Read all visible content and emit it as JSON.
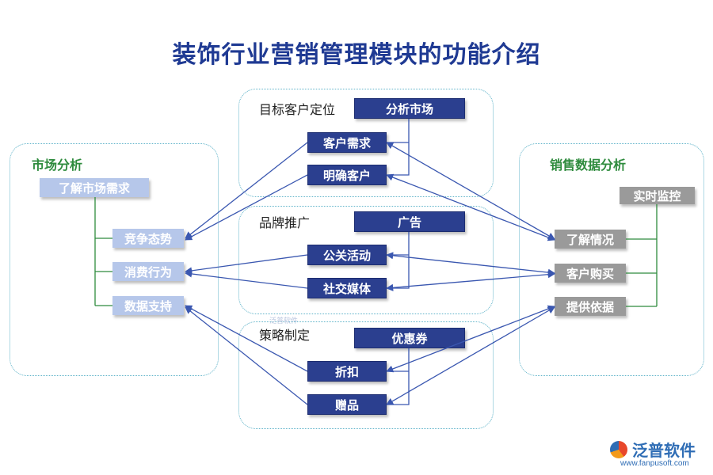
{
  "title": "装饰行业营销管理模块的功能介绍",
  "left_panel": {
    "title": "市场分析",
    "header_box": "了解市场需求",
    "items": [
      "竞争态势",
      "消费行为",
      "数据支持"
    ]
  },
  "right_panel": {
    "title": "销售数据分析",
    "header_box": "实时监控",
    "items": [
      "了解情况",
      "客户购买",
      "提供依据"
    ]
  },
  "center_groups": [
    {
      "label": "目标客户定位",
      "header_box": "分析市场",
      "items": [
        "客户需求",
        "明确客户"
      ]
    },
    {
      "label": "品牌推广",
      "header_box": "广告",
      "items": [
        "公关活动",
        "社交媒体"
      ]
    },
    {
      "label": "策略制定",
      "header_box": "优惠券",
      "items": [
        "折扣",
        "赠品"
      ]
    }
  ],
  "colors": {
    "title": "#1f3a93",
    "dark_box": "#2b3f8f",
    "light_box": "#b6c7ea",
    "gray_box": "#9a9a9a",
    "panel_border": "#5fb3c9",
    "panel_title": "#2e8b3d",
    "connector": "#3a57b0"
  },
  "logo": {
    "name": "泛普软件",
    "url": "www.fanpusoft.com",
    "icon": "fanpu-logo-icon"
  },
  "watermark": "泛普软件"
}
